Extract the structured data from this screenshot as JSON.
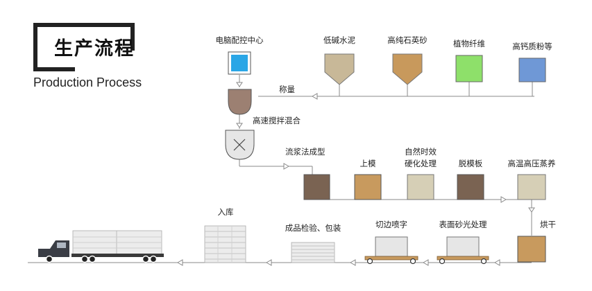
{
  "title": {
    "cn": "生产流程",
    "en": "Production Process"
  },
  "nodes": {
    "pc_control": "电脑配控中心",
    "cement": "低碱水泥",
    "quartz": "高纯石英砂",
    "fiber": "植物纤维",
    "calcium": "高钙质粉等",
    "weighing": "称量",
    "mixing": "高速搅拌混合",
    "flow_forming": "流浆法成型",
    "mold": "上模",
    "curing_line1": "自然时效",
    "curing_line2": "硬化处理",
    "demold": "脱模板",
    "autoclave": "高温高压蒸养",
    "drying": "烘干",
    "sanding": "表面砂光处理",
    "cutting": "切边喷字",
    "packing": "成品检验、包装",
    "storage": "入库"
  },
  "colors": {
    "monitor": "#2aa6e6",
    "cement": "#c8b898",
    "quartz": "#c8995c",
    "fiber": "#8ee06a",
    "calcium": "#6f98d6",
    "weigh_hopper": "#9c8072",
    "mixer": "#e6e6e6",
    "dark_board": "#7a6352",
    "tan_board": "#c89a5e",
    "light_board": "#d6cfb6",
    "line": "#888888"
  }
}
